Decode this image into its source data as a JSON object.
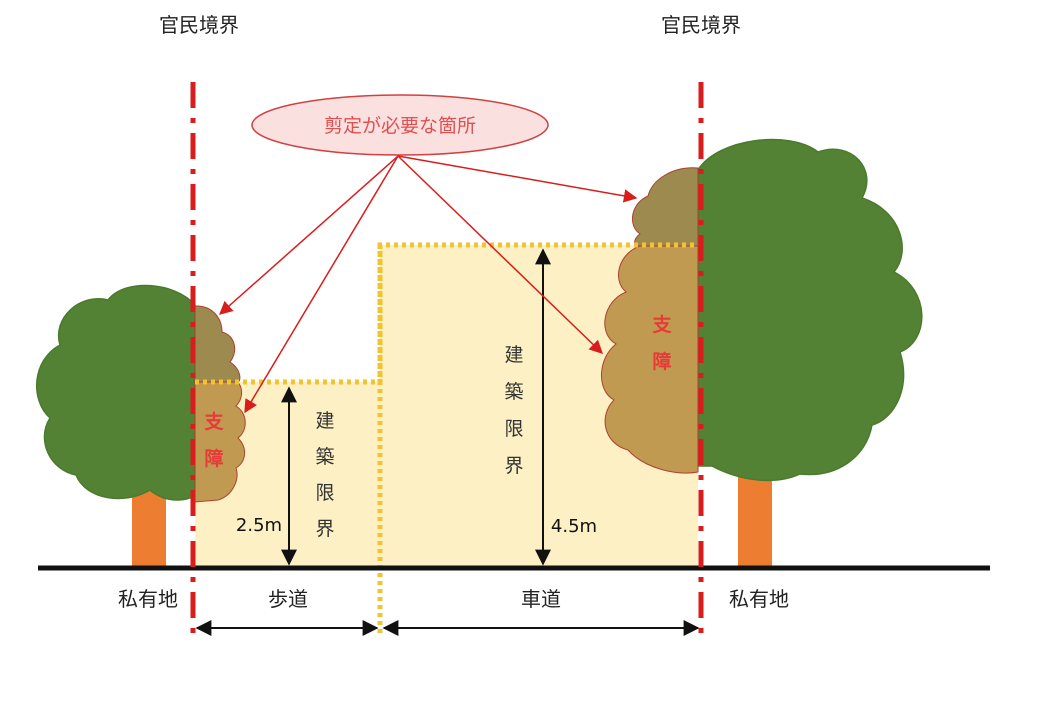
{
  "labels": {
    "boundary_left": "官民境界",
    "boundary_right": "官民境界",
    "callout": "剪定が必要な箇所",
    "private_left": "私有地",
    "private_right": "私有地",
    "sidewalk": "歩道",
    "roadway": "車道",
    "clearance_left_height": "2.5m",
    "clearance_right_height": "4.5m",
    "clearance_chars": [
      "建",
      "築",
      "限",
      "界"
    ],
    "obstruction_chars": [
      "支",
      "障"
    ]
  },
  "colors": {
    "boundary_line": "#d91c1c",
    "clearance_fill": "#fdf0c4",
    "clearance_border": "#f2c230",
    "foliage": "#548235",
    "foliage_edge": "#4a7a2c",
    "trunk": "#ed7d31",
    "obstruction_fill": "#c09a50",
    "overhang_fill": "#9c8a4e",
    "callout_fill": "#fbe0e0",
    "callout_stroke": "#d24040",
    "arrow_red": "#d91c1c",
    "ground": "#111111"
  }
}
